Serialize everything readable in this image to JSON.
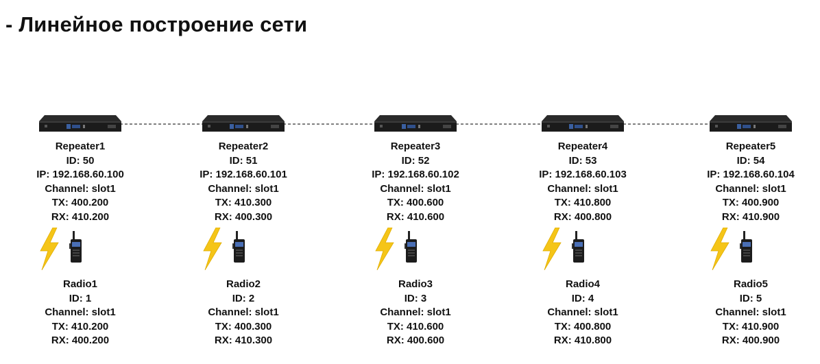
{
  "title": "- Линейное построение сети",
  "repeaters": [
    {
      "name": "Repeater1",
      "id": "ID: 50",
      "ip": "IP: 192.168.60.100",
      "channel": "Channel: slot1",
      "tx": "TX: 400.200",
      "rx": "RX: 410.200"
    },
    {
      "name": "Repeater2",
      "id": "ID: 51",
      "ip": "IP: 192.168.60.101",
      "channel": "Channel: slot1",
      "tx": "TX: 410.300",
      "rx": "RX: 400.300"
    },
    {
      "name": "Repeater3",
      "id": "ID: 52",
      "ip": "IP: 192.168.60.102",
      "channel": "Channel: slot1",
      "tx": "TX: 400.600",
      "rx": "RX: 410.600"
    },
    {
      "name": "Repeater4",
      "id": "ID: 53",
      "ip": "IP: 192.168.60.103",
      "channel": "Channel: slot1",
      "tx": "TX: 410.800",
      "rx": "RX: 400.800"
    },
    {
      "name": "Repeater5",
      "id": "ID: 54",
      "ip": "IP: 192.168.60.104",
      "channel": "Channel: slot1",
      "tx": "TX: 400.900",
      "rx": "RX: 410.900"
    }
  ],
  "radios": [
    {
      "name": "Radio1",
      "id": "ID: 1",
      "channel": "Channel: slot1",
      "tx": "TX: 410.200",
      "rx": "RX: 400.200"
    },
    {
      "name": "Radio2",
      "id": "ID: 2",
      "channel": "Channel: slot1",
      "tx": "TX: 400.300",
      "rx": "RX: 410.300"
    },
    {
      "name": "Radio3",
      "id": "ID: 3",
      "channel": "Channel: slot1",
      "tx": "TX: 410.600",
      "rx": "RX: 400.600"
    },
    {
      "name": "Radio4",
      "id": "ID: 4",
      "channel": "Channel: slot1",
      "tx": "TX: 400.800",
      "rx": "RX: 410.800"
    },
    {
      "name": "Radio5",
      "id": "ID: 5",
      "channel": "Channel: slot1",
      "tx": "TX: 410.900",
      "rx": "RX: 400.900"
    }
  ],
  "icons": {
    "repeater": "repeater-icon",
    "radio": "radio-icon",
    "link": "lightning-icon"
  },
  "colors": {
    "lightning": "#f5c518",
    "device": "#1c1c1c",
    "link_line": "#333333"
  }
}
